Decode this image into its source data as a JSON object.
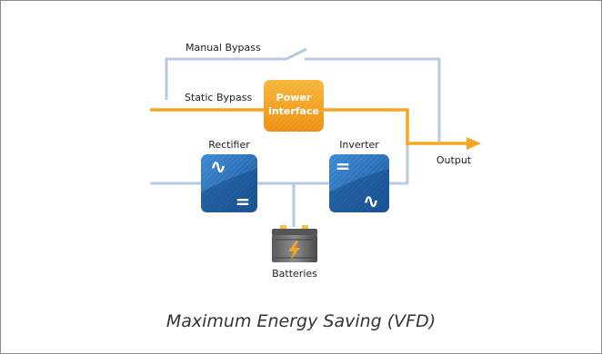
{
  "labels": {
    "manual_bypass": "Manual Bypass",
    "static_bypass": "Static Bypass",
    "power_interface_line1": "Power",
    "power_interface_line2": "interface",
    "rectifier": "Rectifier",
    "inverter": "Inverter",
    "output": "Output",
    "batteries": "Batteries"
  },
  "symbols": {
    "ac": "∿",
    "dc": "="
  },
  "caption": "Maximum Energy Saving (VFD)",
  "colors": {
    "bypass_line": "#b4cbe3",
    "active_line": "#f5a623",
    "converter_dark": "#1c5aa0",
    "converter_light": "#2f7ccd",
    "power_interface": "#f49d1c",
    "frame_border": "#8a8a8a"
  },
  "icons": {
    "battery": "battery-icon",
    "lightning": "lightning-bolt-icon"
  }
}
